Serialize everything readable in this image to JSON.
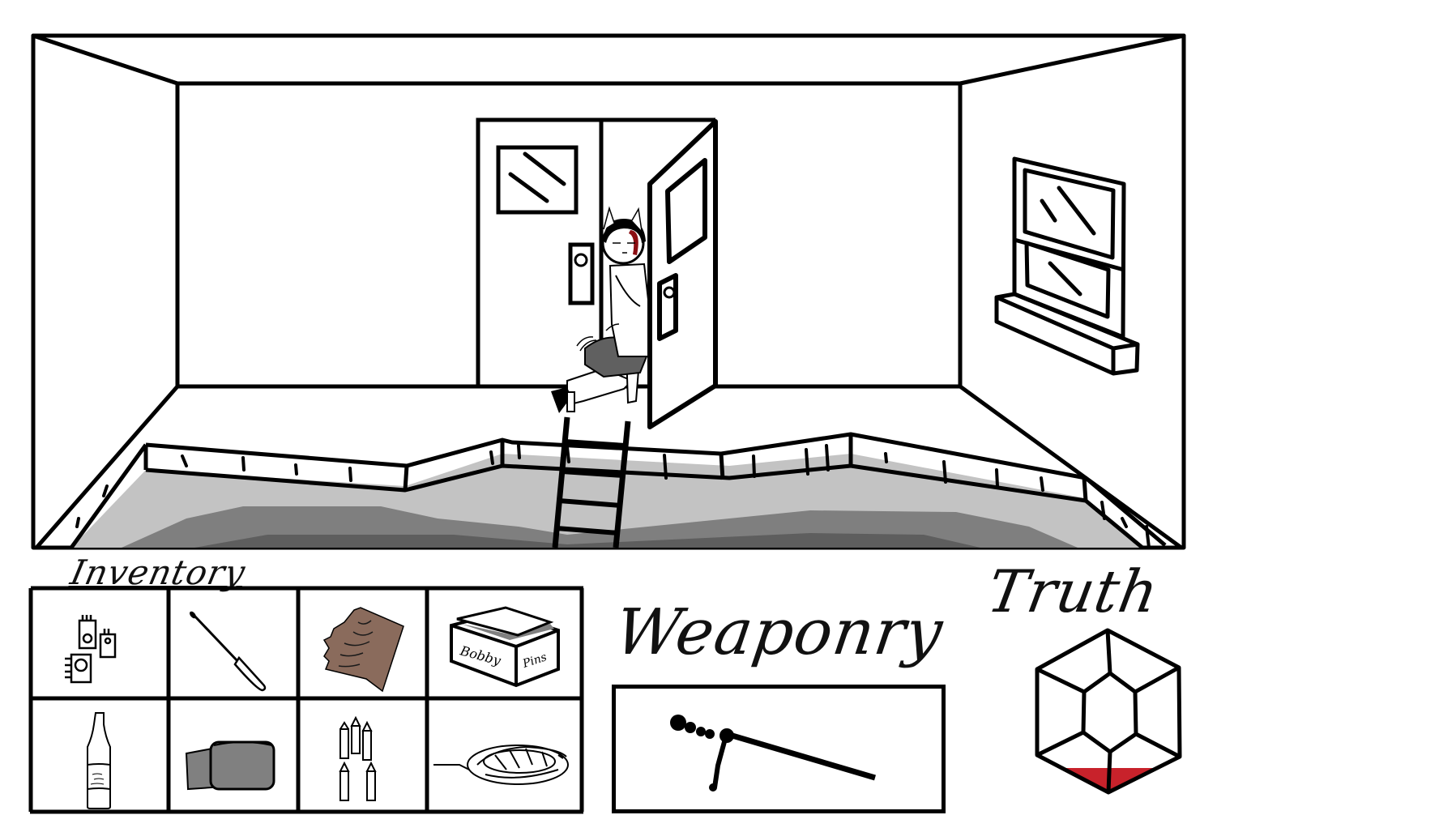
{
  "scene": {
    "name": "room",
    "character": "cat-eared girl in lab coat peeking through open door",
    "objects": [
      "back-door-closed",
      "open-door",
      "window-with-sill",
      "ladder",
      "broken-floor-pit"
    ]
  },
  "inventory": {
    "title": "Inventory",
    "items": [
      {
        "name": "circuit-modules",
        "label": "Circuit modules"
      },
      {
        "name": "screwdriver",
        "label": "Screwdriver"
      },
      {
        "name": "torn-paper",
        "label": "Torn paper note"
      },
      {
        "name": "bobby-pins-box",
        "label": "Box",
        "box_text_left": "Bobby",
        "box_text_right": "Pins"
      },
      {
        "name": "bottle",
        "label": "Bottle"
      },
      {
        "name": "duct-tape",
        "label": "Duct tape"
      },
      {
        "name": "bullets",
        "label": "Bullets"
      },
      {
        "name": "rope",
        "label": "Rope"
      }
    ]
  },
  "weaponry": {
    "title": "Weaponry",
    "equipped": {
      "name": "rifle",
      "label": "Rifle with bipod"
    }
  },
  "truth": {
    "title": "Truth",
    "fill_fraction": 0.15,
    "fill_color": "#c8222b"
  },
  "colors": {
    "line": "#000000",
    "floor_light": "#c3c3c3",
    "floor_mid": "#7f7f7f",
    "floor_dark": "#5e5e5e",
    "paper": "#8a6b5c",
    "tape": "#808080",
    "hair_accent": "#8b0e12"
  }
}
